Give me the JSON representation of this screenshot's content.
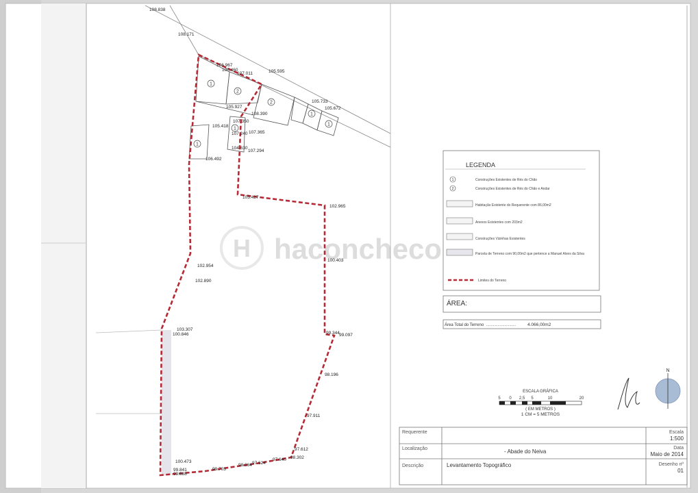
{
  "elevations": [
    {
      "v": "108.838"
    },
    {
      "v": "108.171"
    },
    {
      "v": "106.967"
    },
    {
      "v": "106.460"
    },
    {
      "v": "107.011"
    },
    {
      "v": "105.595"
    },
    {
      "v": "105.733"
    },
    {
      "v": "105.672"
    },
    {
      "v": "105.927"
    },
    {
      "v": "108.390"
    },
    {
      "v": "107.350"
    },
    {
      "v": "107.365"
    },
    {
      "v": "105.418"
    },
    {
      "v": "107.240"
    },
    {
      "v": "104.630"
    },
    {
      "v": "107.294"
    },
    {
      "v": "106.492"
    },
    {
      "v": "103.427"
    },
    {
      "v": "102.965"
    },
    {
      "v": "100.403"
    },
    {
      "v": "102.954"
    },
    {
      "v": "102.890"
    },
    {
      "v": "103.307"
    },
    {
      "v": "100.846"
    },
    {
      "v": "99.344"
    },
    {
      "v": "99.097"
    },
    {
      "v": "98.196"
    },
    {
      "v": "97.911"
    },
    {
      "v": "97.612"
    },
    {
      "v": "98.302"
    },
    {
      "v": "97.640"
    },
    {
      "v": "97.624"
    },
    {
      "v": "98.664"
    },
    {
      "v": "99.703"
    },
    {
      "v": "100.473"
    },
    {
      "v": "99.841"
    },
    {
      "v": "99.688"
    }
  ],
  "building_markers": [
    "1",
    "2",
    "2",
    "1",
    "1",
    "1",
    "1"
  ],
  "legend": {
    "title": "LEGENDA",
    "items": [
      {
        "marker": "1",
        "label": "Construções Existentes de Rés do Chão"
      },
      {
        "marker": "2",
        "label": "Construções Existentes de Rés do Chão e Andar"
      },
      {
        "label": "Habitação Existente do Requerente com 86,00m2"
      },
      {
        "label": "Anexos Existentes com 203m2"
      },
      {
        "label": "Construções Vizinhas Existentes"
      },
      {
        "label": "Parcela de Terreno com 90,00m2 que pertence a Manuel Alves da Silva"
      },
      {
        "label": "Limites do Terreno"
      }
    ]
  },
  "area": {
    "heading": "ÁREA:",
    "total_label": "Área Total do Terreno",
    "dots": "...............................",
    "total_value": "4.066,00m2"
  },
  "scale": {
    "title": "ESCALA GRÁFICA",
    "ticks": [
      "5",
      "0",
      "2,5",
      "5",
      "10",
      "20"
    ],
    "unit": "( EM METROS )",
    "ratio": "1 CM = 5 METROS"
  },
  "north": {
    "letter": "N"
  },
  "title_block": {
    "requerente_label": "Requerente",
    "escala_label": "Escala",
    "escala_value": "1:500",
    "localizacao_label": "Localização",
    "localizacao_value": "- Abade do Neiva",
    "data_label": "Data",
    "data_value": "Maio de 2014",
    "descricao_label": "Descrição",
    "descricao_value": "Levantamento Topográfico",
    "desenho_label": "Desenho nº",
    "desenho_value": "01"
  },
  "watermark": "haconcheco",
  "colors": {
    "boundary": "#b52a35",
    "paper": "#ffffff",
    "line": "#777777"
  }
}
